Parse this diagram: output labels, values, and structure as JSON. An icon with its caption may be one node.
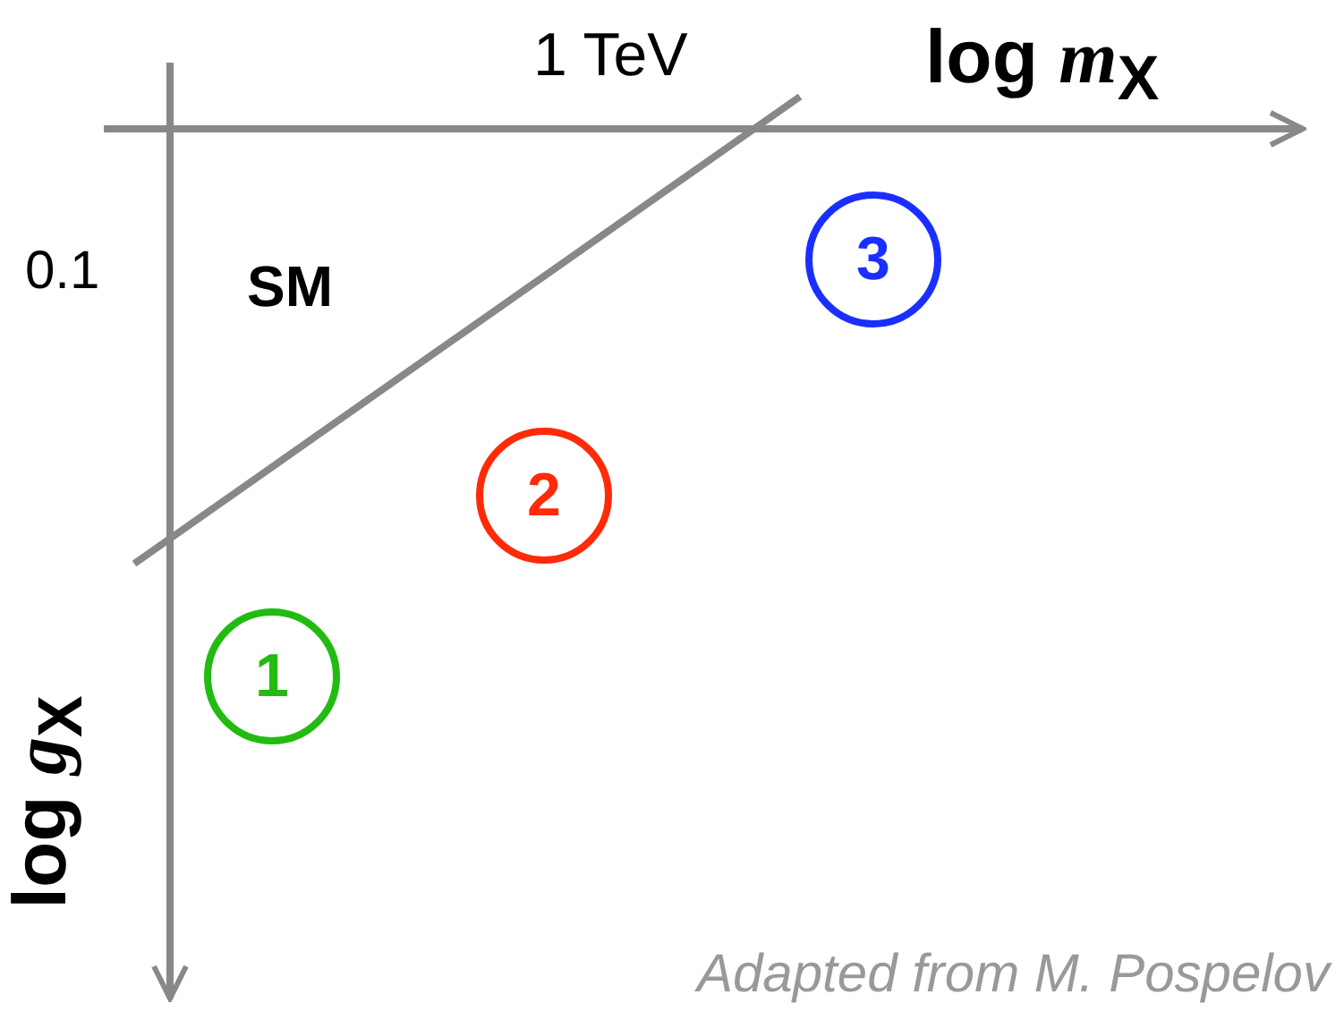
{
  "diagram": {
    "caption": "Adapted from M. Pospelov",
    "nodes": [
      {
        "text": [
          "3"
        ]
      },
      {
        "text": [
          "2"
        ]
      },
      {
        "text": [
          "1"
        ]
      }
    ],
    "labels": [
      "1 TeV",
      "log *m*$_{X}$",
      "0.1",
      "SM",
      "log *g*$_{X}$"
    ]
  }
}
